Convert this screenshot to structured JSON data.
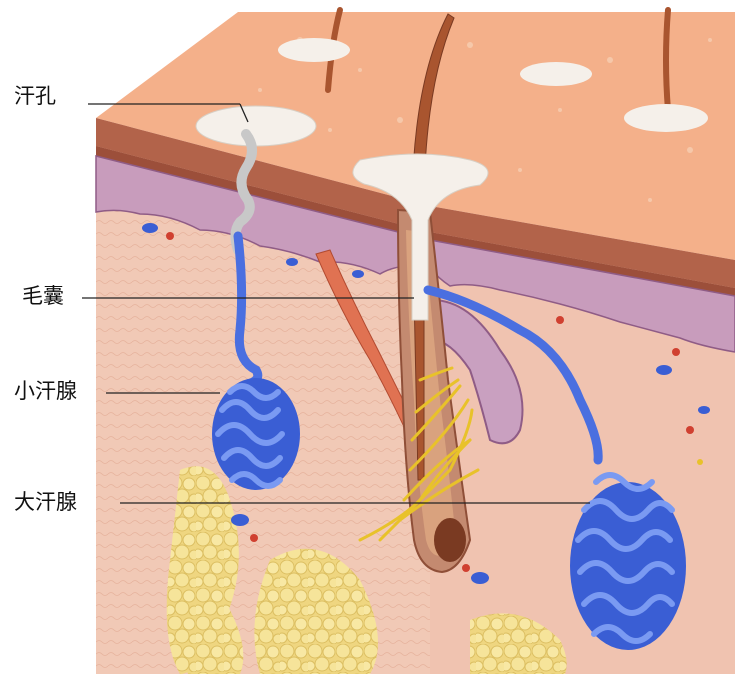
{
  "labels": {
    "sweat_pore": "汗孔",
    "hair_follicle": "毛囊",
    "eccrine_gland": "小汗腺",
    "apocrine_gland": "大汗腺"
  },
  "colors": {
    "skin_surface": "#f4b58f",
    "epidermis": "#b86a52",
    "dermis": "#f1c7b4",
    "basal_layer": "#c79ab4",
    "hair": "#a9552f",
    "eccrine_gland": "#4a6fe0",
    "apocrine_gland": "#3c5fd8",
    "nerve": "#e8c22a",
    "fat": "#f2dc84",
    "muscle": "#e07252"
  },
  "icons": [
    "sweat-pore-icon",
    "hair-shaft-icon",
    "gland-coil-icon",
    "nerve-icon",
    "fat-lobule-icon"
  ]
}
